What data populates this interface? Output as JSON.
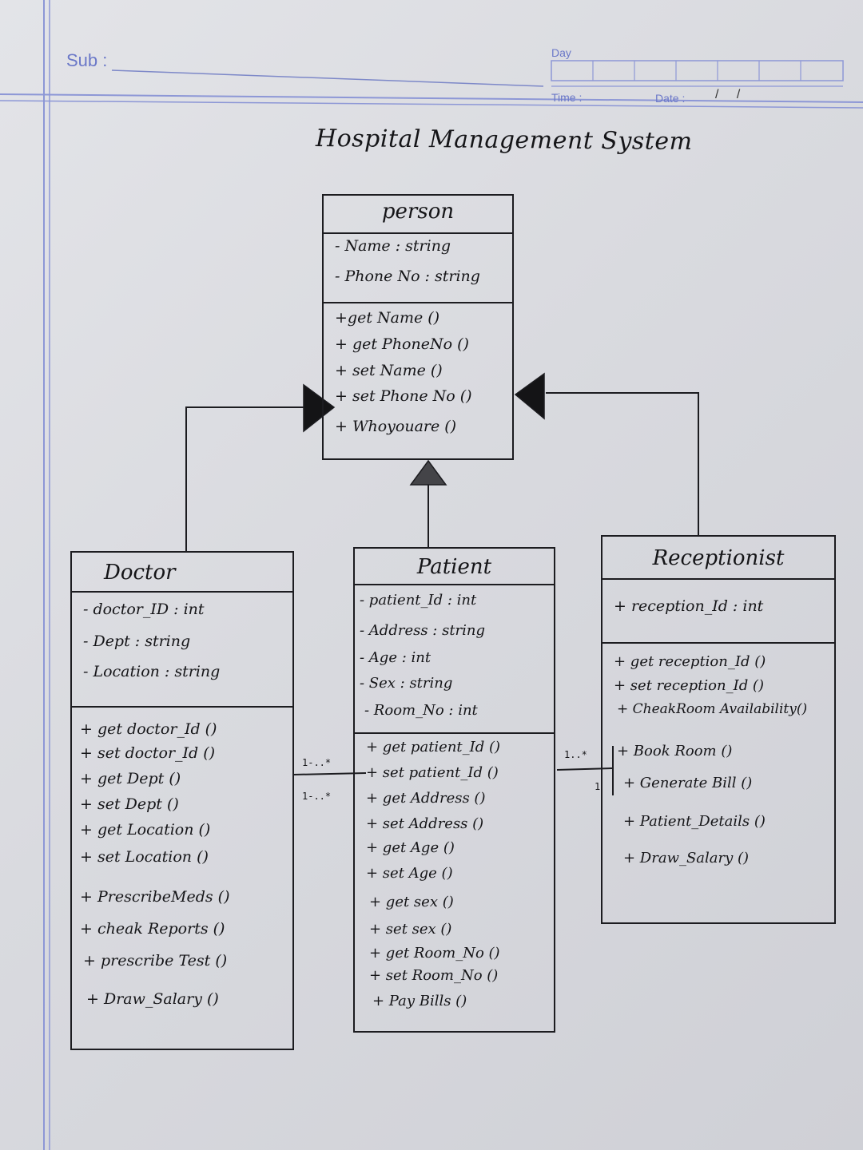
{
  "header": {
    "sub_label": "Sub :",
    "day_label": "Day",
    "time_label": "Time :",
    "date_label": "Date :",
    "date_slashes": "/ /"
  },
  "diagram": {
    "title": "Hospital Management System",
    "classes": {
      "person": {
        "name": "person",
        "attributes": [
          "- Name : string",
          "- Phone No : string"
        ],
        "methods": [
          "+get Name ()",
          "+ get PhoneNo ()",
          "+ set Name ()",
          "+ set Phone No ()",
          "+ Whoyouare ()"
        ]
      },
      "doctor": {
        "name": "Doctor",
        "attributes": [
          "- doctor_ID : int",
          "- Dept : string",
          "- Location : string"
        ],
        "methods": [
          "+ get doctor_Id ()",
          "+ set doctor_Id ()",
          "+ get Dept ()",
          "+ set Dept ()",
          "+ get Location ()",
          "+ set Location ()",
          "+ PrescribeMeds ()",
          "+ cheak Reports ()",
          "+ prescribe Test ()",
          "+ Draw_Salary ()"
        ]
      },
      "patient": {
        "name": "Patient",
        "attributes": [
          "- patient_Id : int",
          "- Address : string",
          "- Age : int",
          "- Sex : string",
          "- Room_No : int"
        ],
        "methods": [
          "+ get patient_Id ()",
          "+ set patient_Id ()",
          "+ get Address ()",
          "+ set Address ()",
          "+ get Age ()",
          "+ set Age ()",
          "+ get sex ()",
          "+ set sex ()",
          "+ get Room_No ()",
          "+ set Room_No ()",
          "+ Pay Bills ()"
        ]
      },
      "receptionist": {
        "name": "Receptionist",
        "attributes": [
          "+ reception_Id : int"
        ],
        "methods": [
          "+ get reception_Id ()",
          "+ set reception_Id ()",
          "+ CheakRoom Availability()",
          "+ Book Room ()",
          "+ Generate Bill ()",
          "+ Patient_Details ()",
          "+ Draw_Salary ()"
        ]
      }
    },
    "multiplicities": {
      "doctor_patient_top": "1-..*",
      "doctor_patient_bottom": "1-..*",
      "patient_receptionist_top": "1..*",
      "patient_receptionist_bottom": "1"
    },
    "colors": {
      "ink": "#151518",
      "ruling": "#6b78c8",
      "paper": "#e0e1e5"
    }
  }
}
